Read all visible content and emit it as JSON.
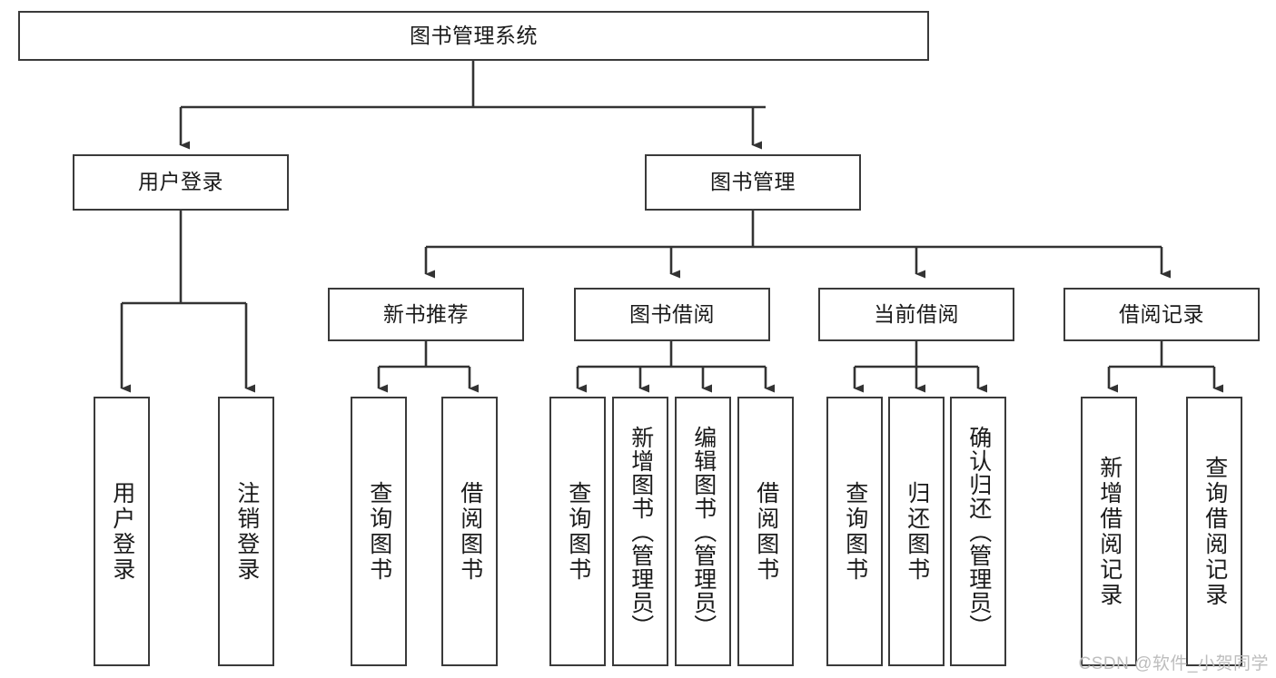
{
  "diagram": {
    "type": "tree",
    "title": "图书管理系统",
    "style": {
      "box_border": "#3a3a3a",
      "box_fill": "#ffffff",
      "edge_color": "#333333",
      "text_color": "#1a1a1a",
      "background": "#ffffff"
    },
    "nodes": {
      "root": {
        "label": "图书管理系统"
      },
      "level1": [
        {
          "id": "user-login",
          "label": "用户登录"
        },
        {
          "id": "book-manage",
          "label": "图书管理"
        }
      ],
      "level2": [
        {
          "id": "new-book-rec",
          "label": "新书推荐",
          "parent": "book-manage"
        },
        {
          "id": "book-borrow",
          "label": "图书借阅",
          "parent": "book-manage"
        },
        {
          "id": "current-borrow",
          "label": "当前借阅",
          "parent": "book-manage"
        },
        {
          "id": "borrow-record",
          "label": "借阅记录",
          "parent": "book-manage"
        }
      ],
      "leaves": [
        {
          "id": "leaf-user-login",
          "label": "用户登录",
          "parent": "user-login"
        },
        {
          "id": "leaf-user-logout",
          "label": "注销登录",
          "parent": "user-login"
        },
        {
          "id": "leaf-query-book-1",
          "label": "查询图书",
          "parent": "new-book-rec"
        },
        {
          "id": "leaf-borrow-book-1",
          "label": "借阅图书",
          "parent": "new-book-rec"
        },
        {
          "id": "leaf-query-book-2",
          "label": "查询图书",
          "parent": "book-borrow"
        },
        {
          "id": "leaf-add-book",
          "label": "新增图书（管理员）",
          "parent": "book-borrow"
        },
        {
          "id": "leaf-edit-book",
          "label": "编辑图书（管理员）",
          "parent": "book-borrow"
        },
        {
          "id": "leaf-borrow-book-2",
          "label": "借阅图书",
          "parent": "book-borrow"
        },
        {
          "id": "leaf-query-book-3",
          "label": "查询图书",
          "parent": "current-borrow"
        },
        {
          "id": "leaf-return-book",
          "label": "归还图书",
          "parent": "current-borrow"
        },
        {
          "id": "leaf-confirm-return",
          "label": "确认归还（管理员）",
          "parent": "current-borrow"
        },
        {
          "id": "leaf-add-record",
          "label": "新增借阅记录",
          "parent": "borrow-record"
        },
        {
          "id": "leaf-query-record",
          "label": "查询借阅记录",
          "parent": "borrow-record"
        }
      ]
    }
  },
  "watermark": {
    "text": "CSDN @软件_小贺同学"
  }
}
